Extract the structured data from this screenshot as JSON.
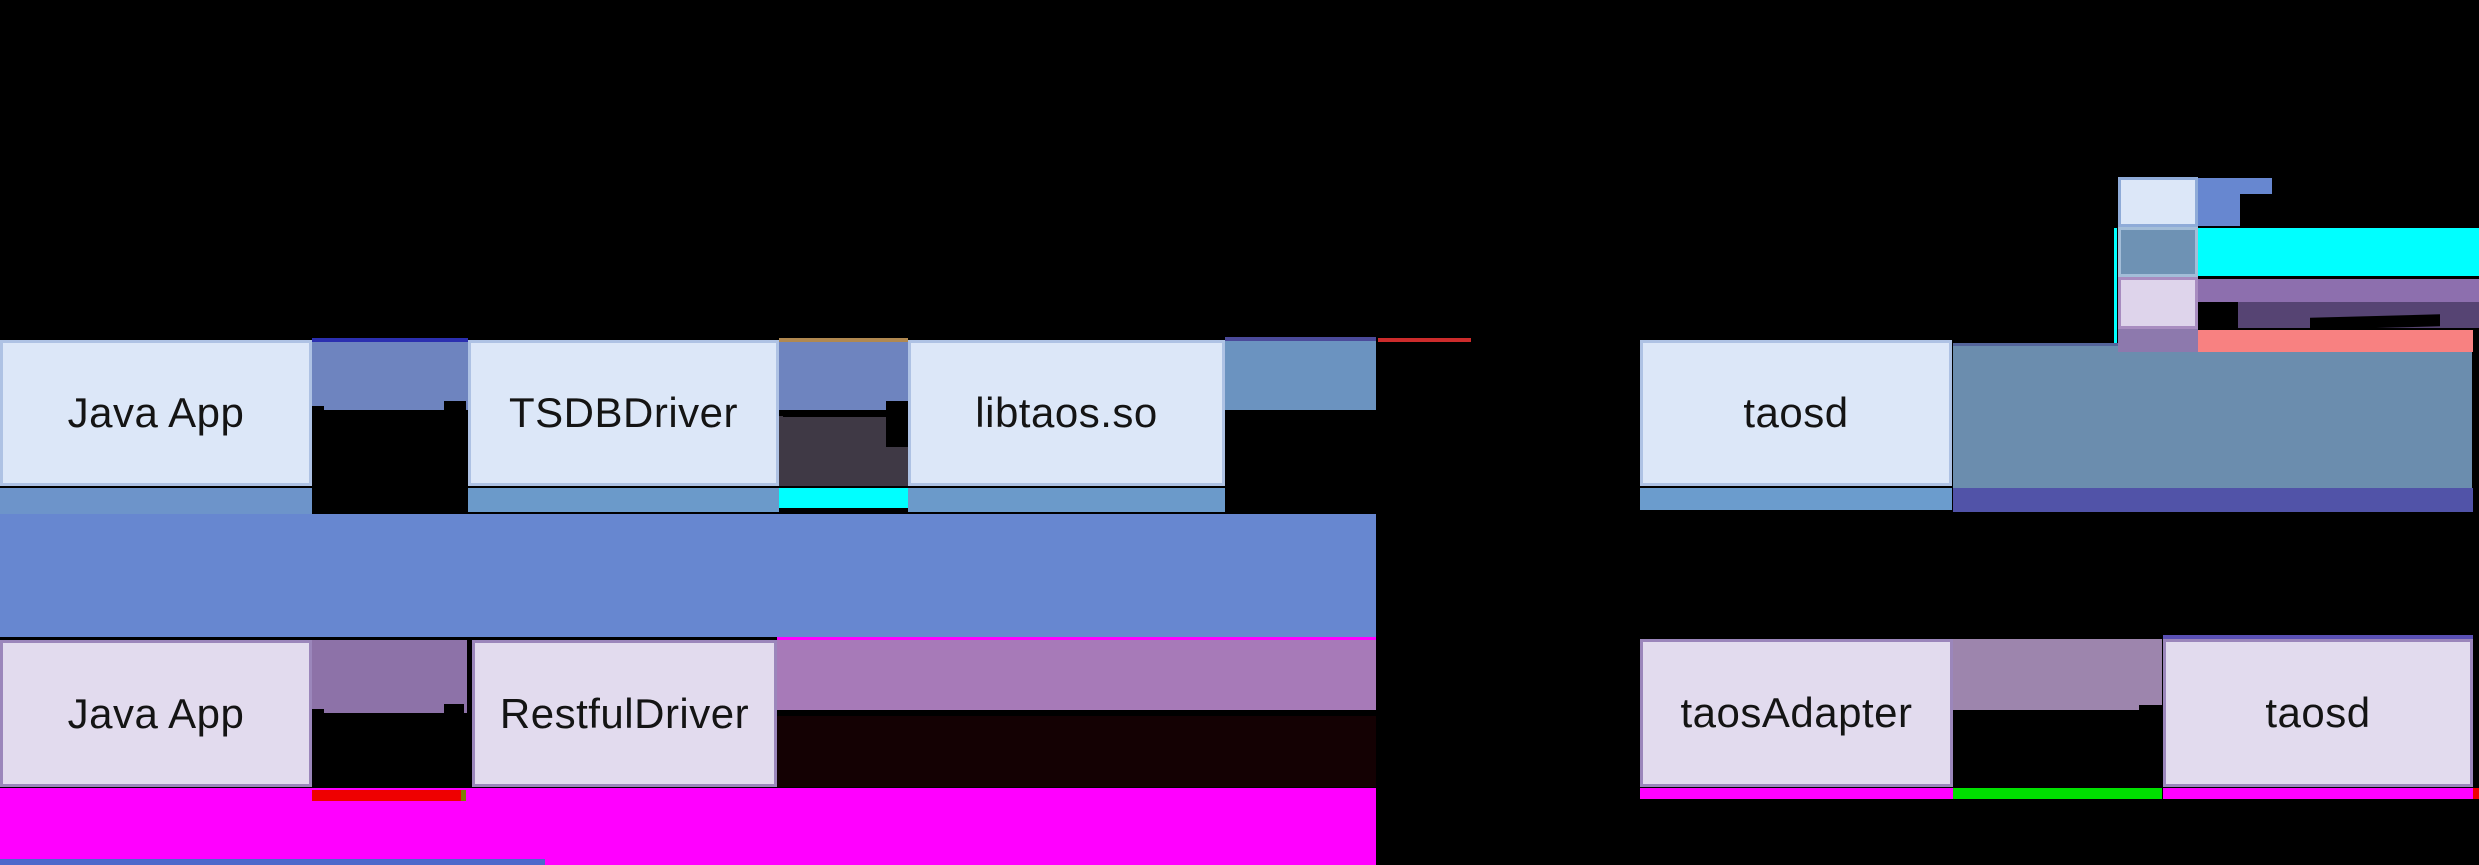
{
  "diagram": {
    "jni_row": {
      "boxes": [
        {
          "label": "Java App"
        },
        {
          "label": "TSDBDriver"
        },
        {
          "label": "libtaos.so"
        },
        {
          "label": "taosd"
        }
      ]
    },
    "restful_row": {
      "boxes": [
        {
          "label": "Java App"
        },
        {
          "label": "RestfulDriver"
        },
        {
          "label": "taosAdapter"
        },
        {
          "label": "taosd"
        }
      ]
    },
    "legend": {
      "items": [
        {
          "name": "light-blue-swatch",
          "fill": "#dce7f8"
        },
        {
          "name": "steel-blue-swatch",
          "fill": "#6e92b4"
        },
        {
          "name": "lavender-swatch",
          "fill": "#ded4eb"
        }
      ]
    }
  },
  "colors": {
    "bg": "#000000",
    "text": "#141414",
    "box-blue-fill": "#dce7f8",
    "box-blue-border": "#aec2e4",
    "box-lav-fill": "#e2dbee",
    "box-lav-border": "#9b86bb",
    "slate-gap": "#6e84bf",
    "navy-edge": "#2b2fb0",
    "tan-edge": "#b08850",
    "dark-gray-gap": "#3f3945",
    "strip-blue": "#6b9aca",
    "strip-blue-left": "#6d94ca",
    "strip-taosd": "#6b9ccd",
    "strip-indigo": "#5153a8",
    "cyan": "#00ffff",
    "big-band": "#6787d0",
    "band-libtaos": "#6b93c0",
    "band-top-edge": "#4b4a9a",
    "steel-main": "#6b8dae",
    "steel-top-edge": "#54659b",
    "red-line": "#cc2b2b",
    "mauve-gap-left": "#8d72a8",
    "mauve-band": "#a77ab8",
    "mauve-gap-right": "#9d85ad",
    "maroon": "#140103",
    "magenta": "#ff00ff",
    "red-strip": "#ef0000",
    "olive-edge": "#7f7f00",
    "green-strip": "#00e000",
    "purple-band": "#8d6fae",
    "purple-dark": "#564473",
    "purple-chunk": "#8d79ad",
    "salmon": "#f88181",
    "bottom-blue": "#4d68cb",
    "arrow-black": "#000000",
    "indigo-box-edge": "#5a50b5"
  }
}
